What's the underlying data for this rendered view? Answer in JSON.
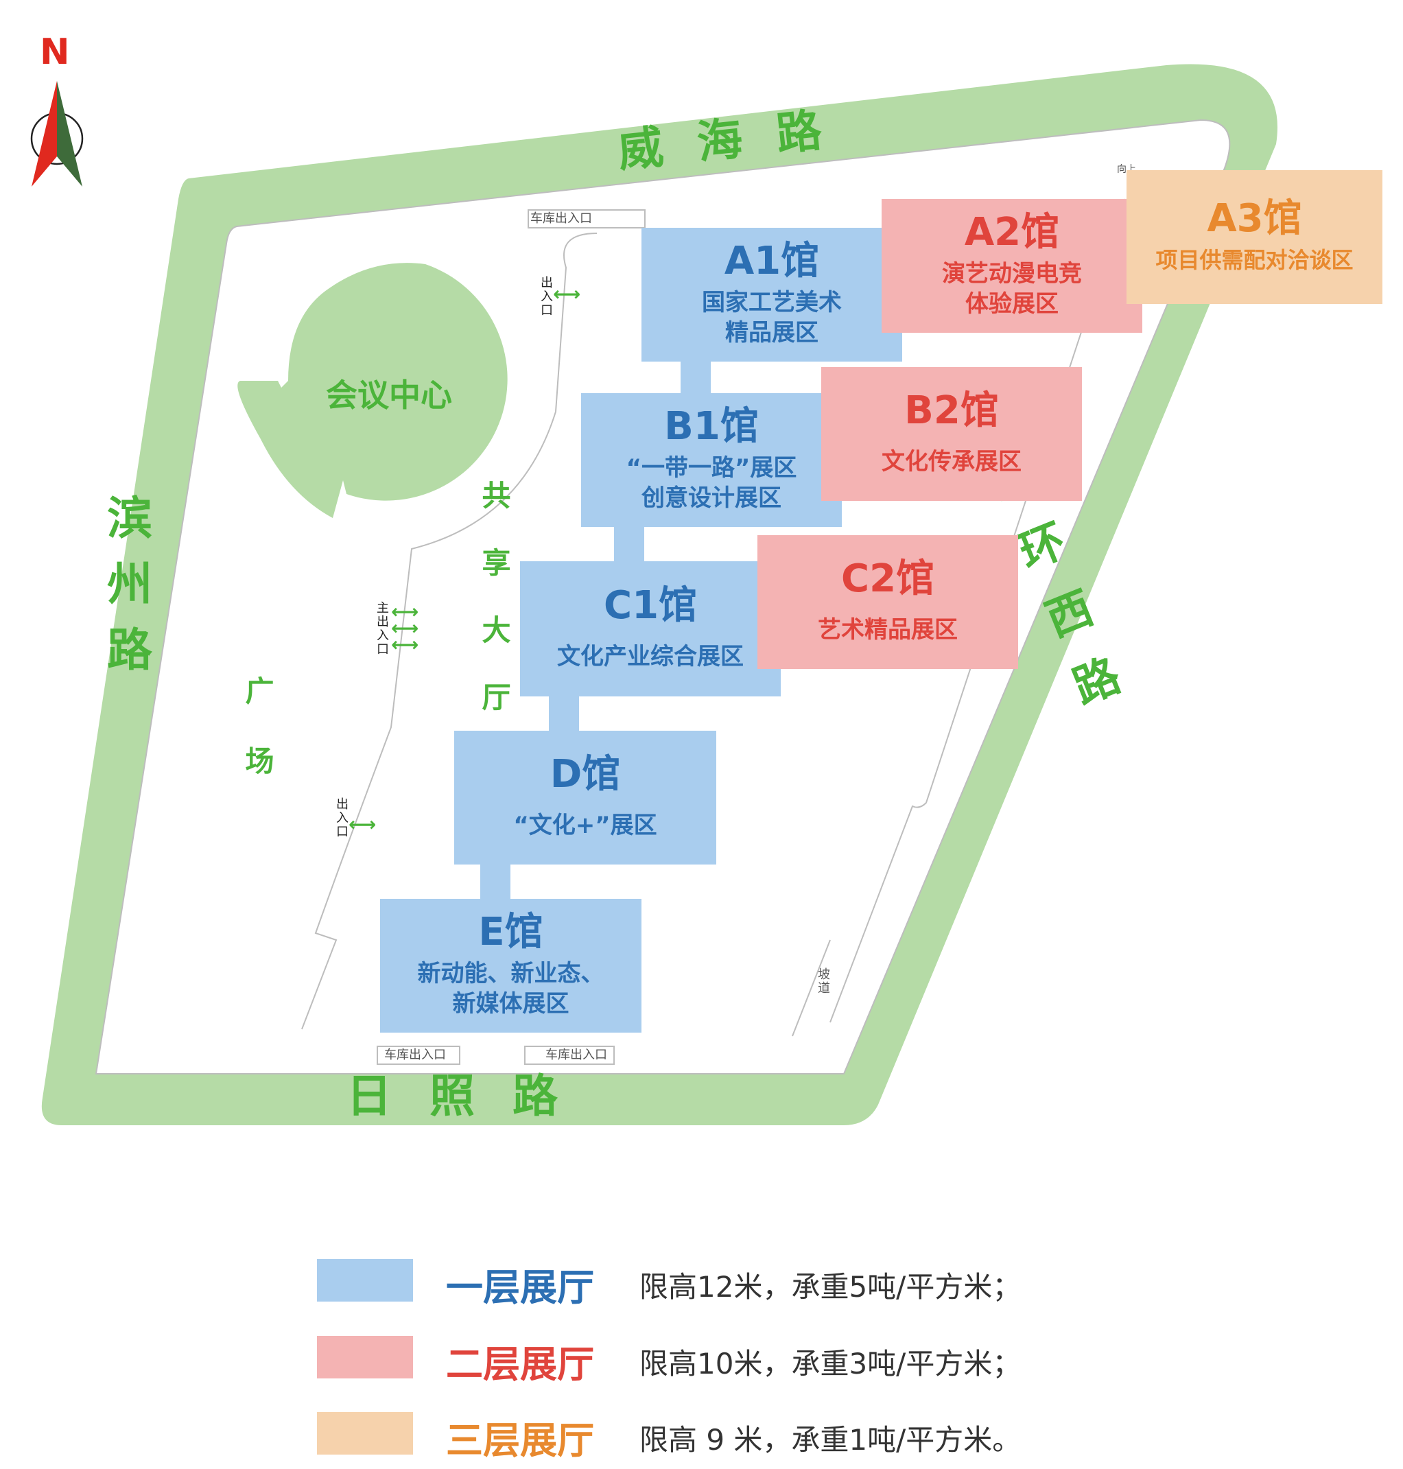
{
  "compass": {
    "label": "N"
  },
  "roads": {
    "north": "威海路",
    "west": "滨州路",
    "south": "日照路",
    "east": "二环西路"
  },
  "conference": "会议中心",
  "plaza": "广场",
  "hall_lobby": "共享大厅",
  "garage_label": "车库出入口",
  "entrance_label": "出入口",
  "main_entrance_label": "主出入口",
  "ramp_label": "坡道",
  "up_label": "向上",
  "halls": [
    {
      "id": "A1",
      "title": "A1馆",
      "lines": [
        "国家工艺美术",
        "精品展区"
      ],
      "floor": 1
    },
    {
      "id": "A2",
      "title": "A2馆",
      "lines": [
        "演艺动漫电竞",
        "体验展区"
      ],
      "floor": 2
    },
    {
      "id": "A3",
      "title": "A3馆",
      "lines": [
        "项目供需配对洽谈区"
      ],
      "floor": 3
    },
    {
      "id": "B1",
      "title": "B1馆",
      "lines": [
        "“一带一路”展区",
        "创意设计展区"
      ],
      "floor": 1
    },
    {
      "id": "B2",
      "title": "B2馆",
      "lines": [
        "文化传承展区"
      ],
      "floor": 2
    },
    {
      "id": "C1",
      "title": "C1馆",
      "lines": [
        "文化产业综合展区"
      ],
      "floor": 1
    },
    {
      "id": "C2",
      "title": "C2馆",
      "lines": [
        "艺术精品展区"
      ],
      "floor": 2
    },
    {
      "id": "D",
      "title": "D馆",
      "lines": [
        "“文化+”展区"
      ],
      "floor": 1
    },
    {
      "id": "E",
      "title": "E馆",
      "lines": [
        "新动能、新业态、",
        "新媒体展区"
      ],
      "floor": 1
    }
  ],
  "legend": [
    {
      "title": "一层展厅",
      "desc": "限高12米，承重5吨/平方米；",
      "color": "#a9cdee",
      "text_color": "#2c6fb3"
    },
    {
      "title": "二层展厅",
      "desc": "限高10米，承重3吨/平方米；",
      "color": "#f4b3b3",
      "text_color": "#e0443c"
    },
    {
      "title": "三层展厅",
      "desc": "限高 9 米，承重1吨/平方米。",
      "color": "#f6d2ac",
      "text_color": "#e8892e"
    }
  ],
  "colors": {
    "road": "#b5dba6",
    "site": "#ffffff",
    "green_text": "#4bb43a",
    "compass_red": "#e0291f",
    "compass_green": "#3e6b3a"
  }
}
